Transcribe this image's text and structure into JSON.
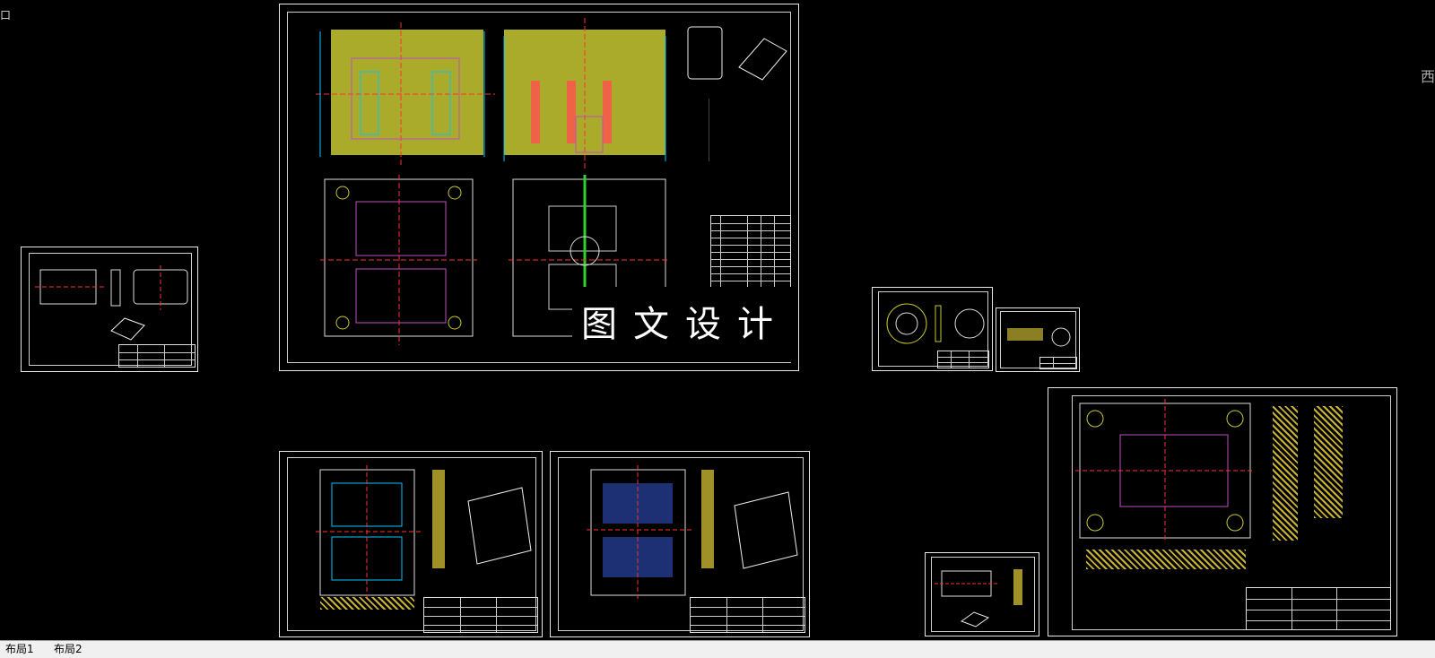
{
  "title": "图文设计",
  "corner_left_glyph": "口",
  "corner_right_glyph": "西",
  "tabs": [
    "布局1",
    "布局2"
  ],
  "colors": {
    "background": "#000000",
    "frame": "#e8e8e8",
    "mold_plate": "#c8c832",
    "dimension": "#00c8ff",
    "centerline": "#ff3030",
    "hatch": "#c8b432",
    "purple": "#c050c0",
    "green": "#30d030"
  },
  "sheets": [
    {
      "name": "main-assembly-sheet"
    },
    {
      "name": "part-drawing-sheet-left"
    },
    {
      "name": "ring-part-sheet"
    },
    {
      "name": "small-part-sheet"
    },
    {
      "name": "cavity-plate-sheet"
    },
    {
      "name": "core-plate-sheet"
    },
    {
      "name": "slide-part-sheet"
    },
    {
      "name": "mold-base-plate-sheet"
    }
  ]
}
